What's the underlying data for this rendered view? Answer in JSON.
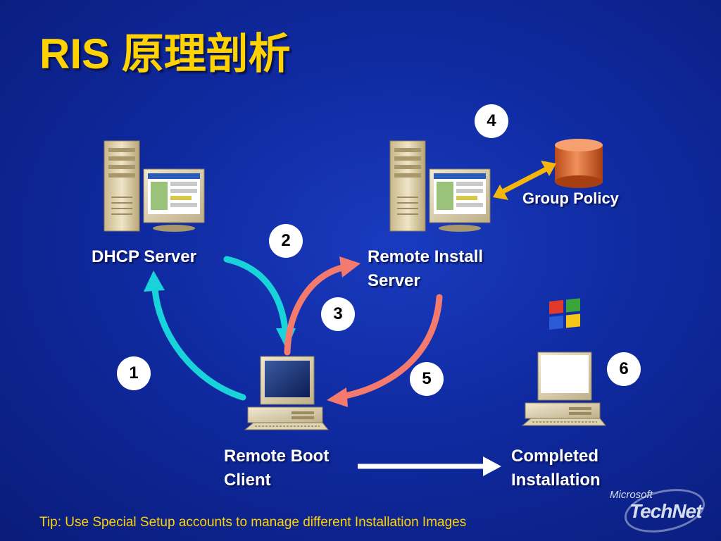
{
  "title": "RIS 原理剖析",
  "nodes": {
    "dhcp_server": {
      "label": "DHCP Server"
    },
    "remote_install_server": {
      "label_lines": [
        "Remote Install",
        "Server"
      ]
    },
    "group_policy": {
      "label": "Group Policy"
    },
    "remote_boot_client": {
      "label_lines": [
        "Remote Boot",
        "Client"
      ]
    },
    "completed_installation": {
      "label_lines": [
        "Completed",
        "Installation"
      ]
    }
  },
  "steps": [
    "1",
    "2",
    "3",
    "4",
    "5",
    "6"
  ],
  "tip": "Tip:  Use Special Setup accounts to manage different Installation Images",
  "logo": {
    "top": "Microsoft",
    "main": "TechNet"
  },
  "colors": {
    "title": "#ffd200",
    "cyan_arrow": "#19d3da",
    "salmon_arrow": "#f57a6e",
    "gold_arrow": "#f5b50a",
    "white_arrow": "#ffffff",
    "cylinder": "#e0703a"
  },
  "icons": [
    "server-icon",
    "computer-icon",
    "windows-logo-icon",
    "database-icon"
  ]
}
